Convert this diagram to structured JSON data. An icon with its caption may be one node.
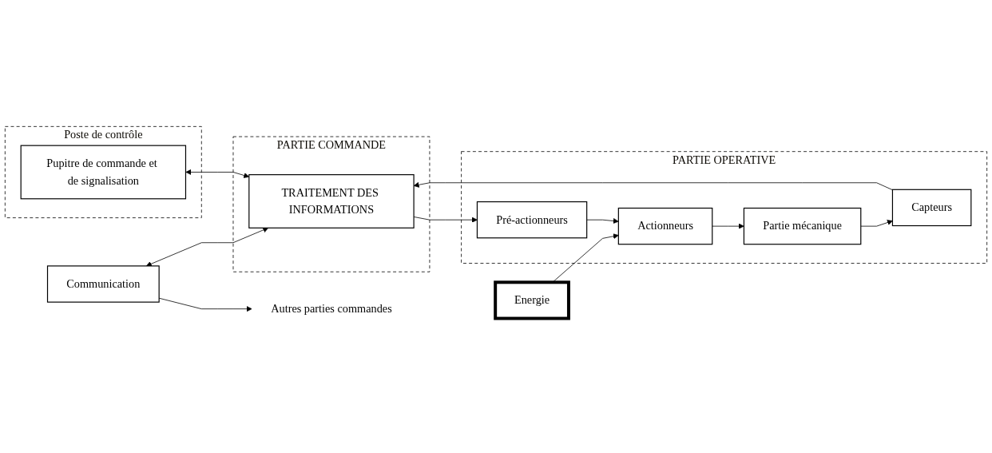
{
  "diagram": {
    "nodes": [
      {
        "text": [
          "Autres parties commandes"
        ]
      },
      {
        "text": [
          "Communication"
        ]
      },
      {
        "text": [
          "Poste de contrôle"
        ]
      },
      {
        "text": [
          "Pupitre de commande et de signalisation"
        ],
        "in": 2
      },
      {
        "text": [
          "PARTIE COMMANDE"
        ]
      },
      {
        "text": [
          "TRAITEMENT DES INFORMATIONS"
        ],
        "in": 4
      },
      {
        "text": [
          "Energie"
        ]
      },
      {
        "text": [
          "PARTIE OPERATIVE"
        ]
      },
      {
        "text": [
          "Pré-actionneurs"
        ],
        "in": 7
      },
      {
        "text": [
          "Actionneurs"
        ],
        "in": 7
      },
      {
        "text": [
          "Partie mécanique"
        ],
        "in": 7
      },
      {
        "text": [
          "Capteurs"
        ],
        "in": 7
      }
    ],
    "edges": [
      {
        "from": 1,
        "to": 0,
        "arrow": "to"
      },
      {
        "from": 1,
        "to": 5,
        "arrow": "both"
      },
      {
        "from": 3,
        "to": 5,
        "arrow": "both"
      },
      {
        "from": 5,
        "to": 8,
        "arrow": "to"
      },
      {
        "from": 8,
        "to": 9,
        "arrow": "to"
      },
      {
        "from": 6,
        "to": 9,
        "arrow": "to"
      },
      {
        "from": 9,
        "to": 10,
        "arrow": "to"
      },
      {
        "from": 10,
        "to": 11,
        "arrow": "to"
      },
      {
        "from": 11,
        "to": 5,
        "arrow": "to"
      }
    ]
  }
}
